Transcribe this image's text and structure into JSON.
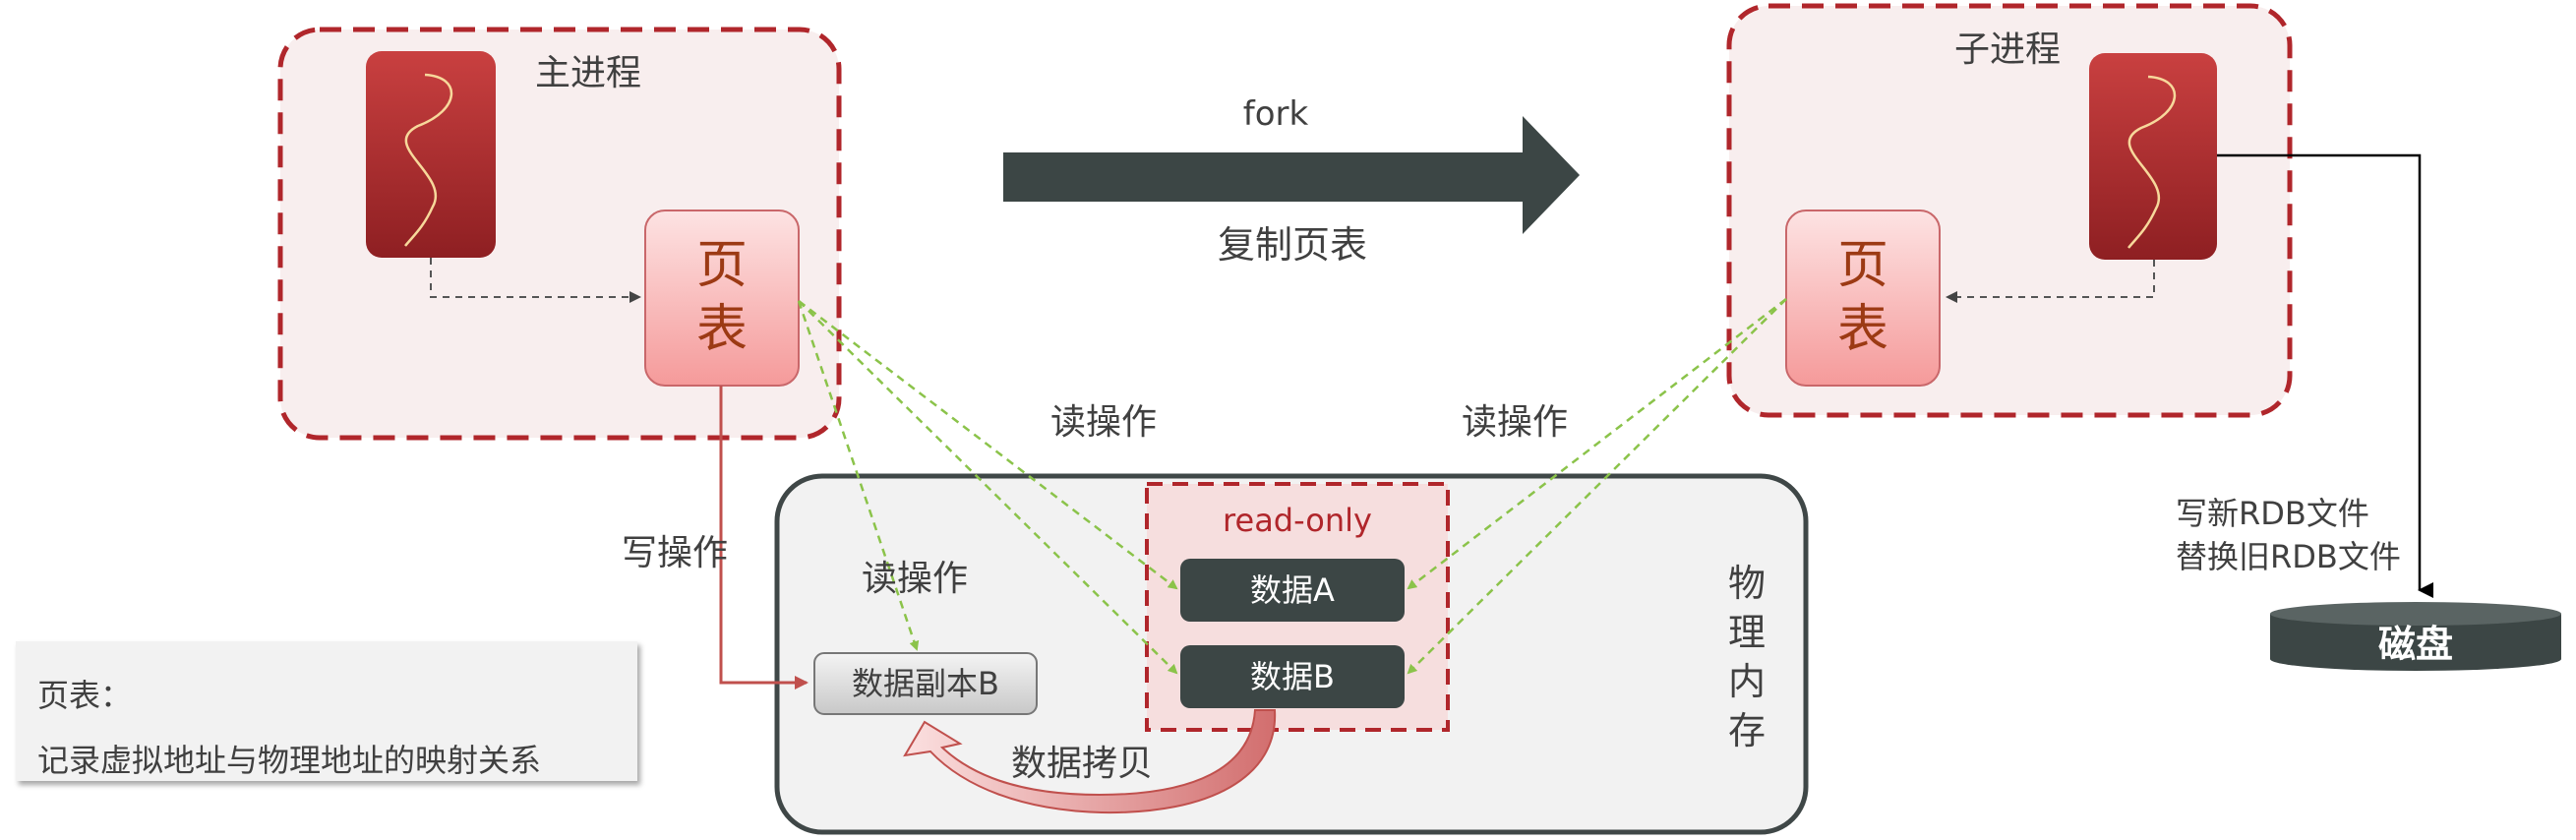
{
  "main_process": {
    "title": "主进程",
    "page_table": "页表"
  },
  "child_process": {
    "title": "子进程",
    "page_table": "页表"
  },
  "fork": {
    "label": "fork",
    "sublabel": "复制页表"
  },
  "operations": {
    "read_main": "读操作",
    "read_child": "读操作",
    "read_copy": "读操作",
    "write": "写操作",
    "copy": "数据拷贝"
  },
  "memory": {
    "title": "物理内存",
    "readonly_label": "read-only",
    "data_a": "数据A",
    "data_b": "数据B",
    "data_copy_b": "数据副本B"
  },
  "disk": {
    "label": "磁盘",
    "write_new": "写新RDB文件",
    "replace_old": "替换旧RDB文件"
  },
  "legend": {
    "title": "页表：",
    "description": "记录虚拟地址与物理地址的映射关系"
  },
  "colors": {
    "process_border": "#b0262b",
    "process_fill": "#f8eeee",
    "green_arrow": "#8bc34a",
    "dark_box": "#3c4645",
    "write_arrow": "#c0504d"
  }
}
